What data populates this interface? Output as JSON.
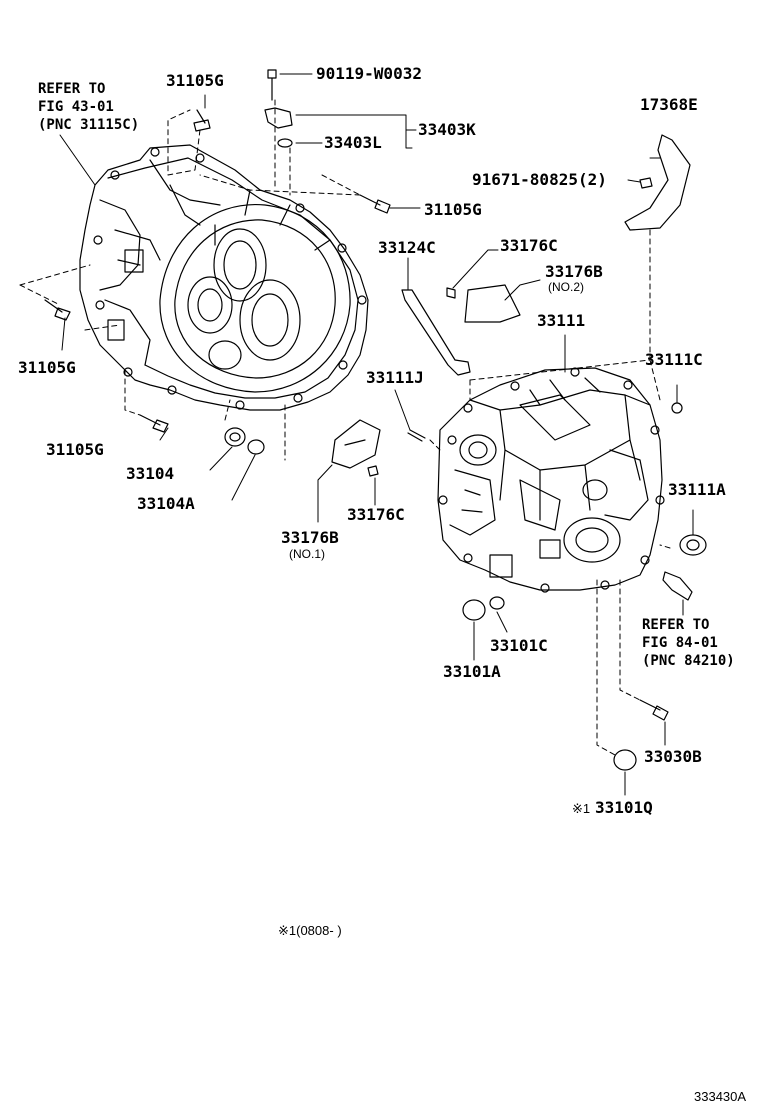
{
  "refs": {
    "top_left": [
      "REFER TO",
      "FIG 43-01",
      "(PNC 31115C)"
    ],
    "bottom_right": [
      "REFER TO",
      "FIG 84-01",
      "(PNC 84210)"
    ]
  },
  "labels": {
    "p31105g_top": "31105G",
    "p90119": "90119-W0032",
    "p33403k": "33403K",
    "p33403l": "33403L",
    "p17368e": "17368E",
    "p91671": "91671-80825(2)",
    "p31105g_mid": "31105G",
    "p33124c": "33124C",
    "p33176c_top": "33176C",
    "p33176b_top": "33176B",
    "p33176b_top_note": "(NO.2)",
    "p33111": "33111",
    "p31105g_left": "31105G",
    "p33111j": "33111J",
    "p33111c": "33111C",
    "p31105g_bottom": "31105G",
    "p33104": "33104",
    "p33104a": "33104A",
    "p33111a": "33111A",
    "p33176c_bottom": "33176C",
    "p33176b_bottom": "33176B",
    "p33176b_bottom_note": "(NO.1)",
    "p33101c": "33101C",
    "p33101a": "33101A",
    "p33030b": "33030B",
    "p33101q_mark": "※1",
    "p33101q": "33101Q"
  },
  "footnote": "※1(0808-      )",
  "figure_id": "333430A"
}
